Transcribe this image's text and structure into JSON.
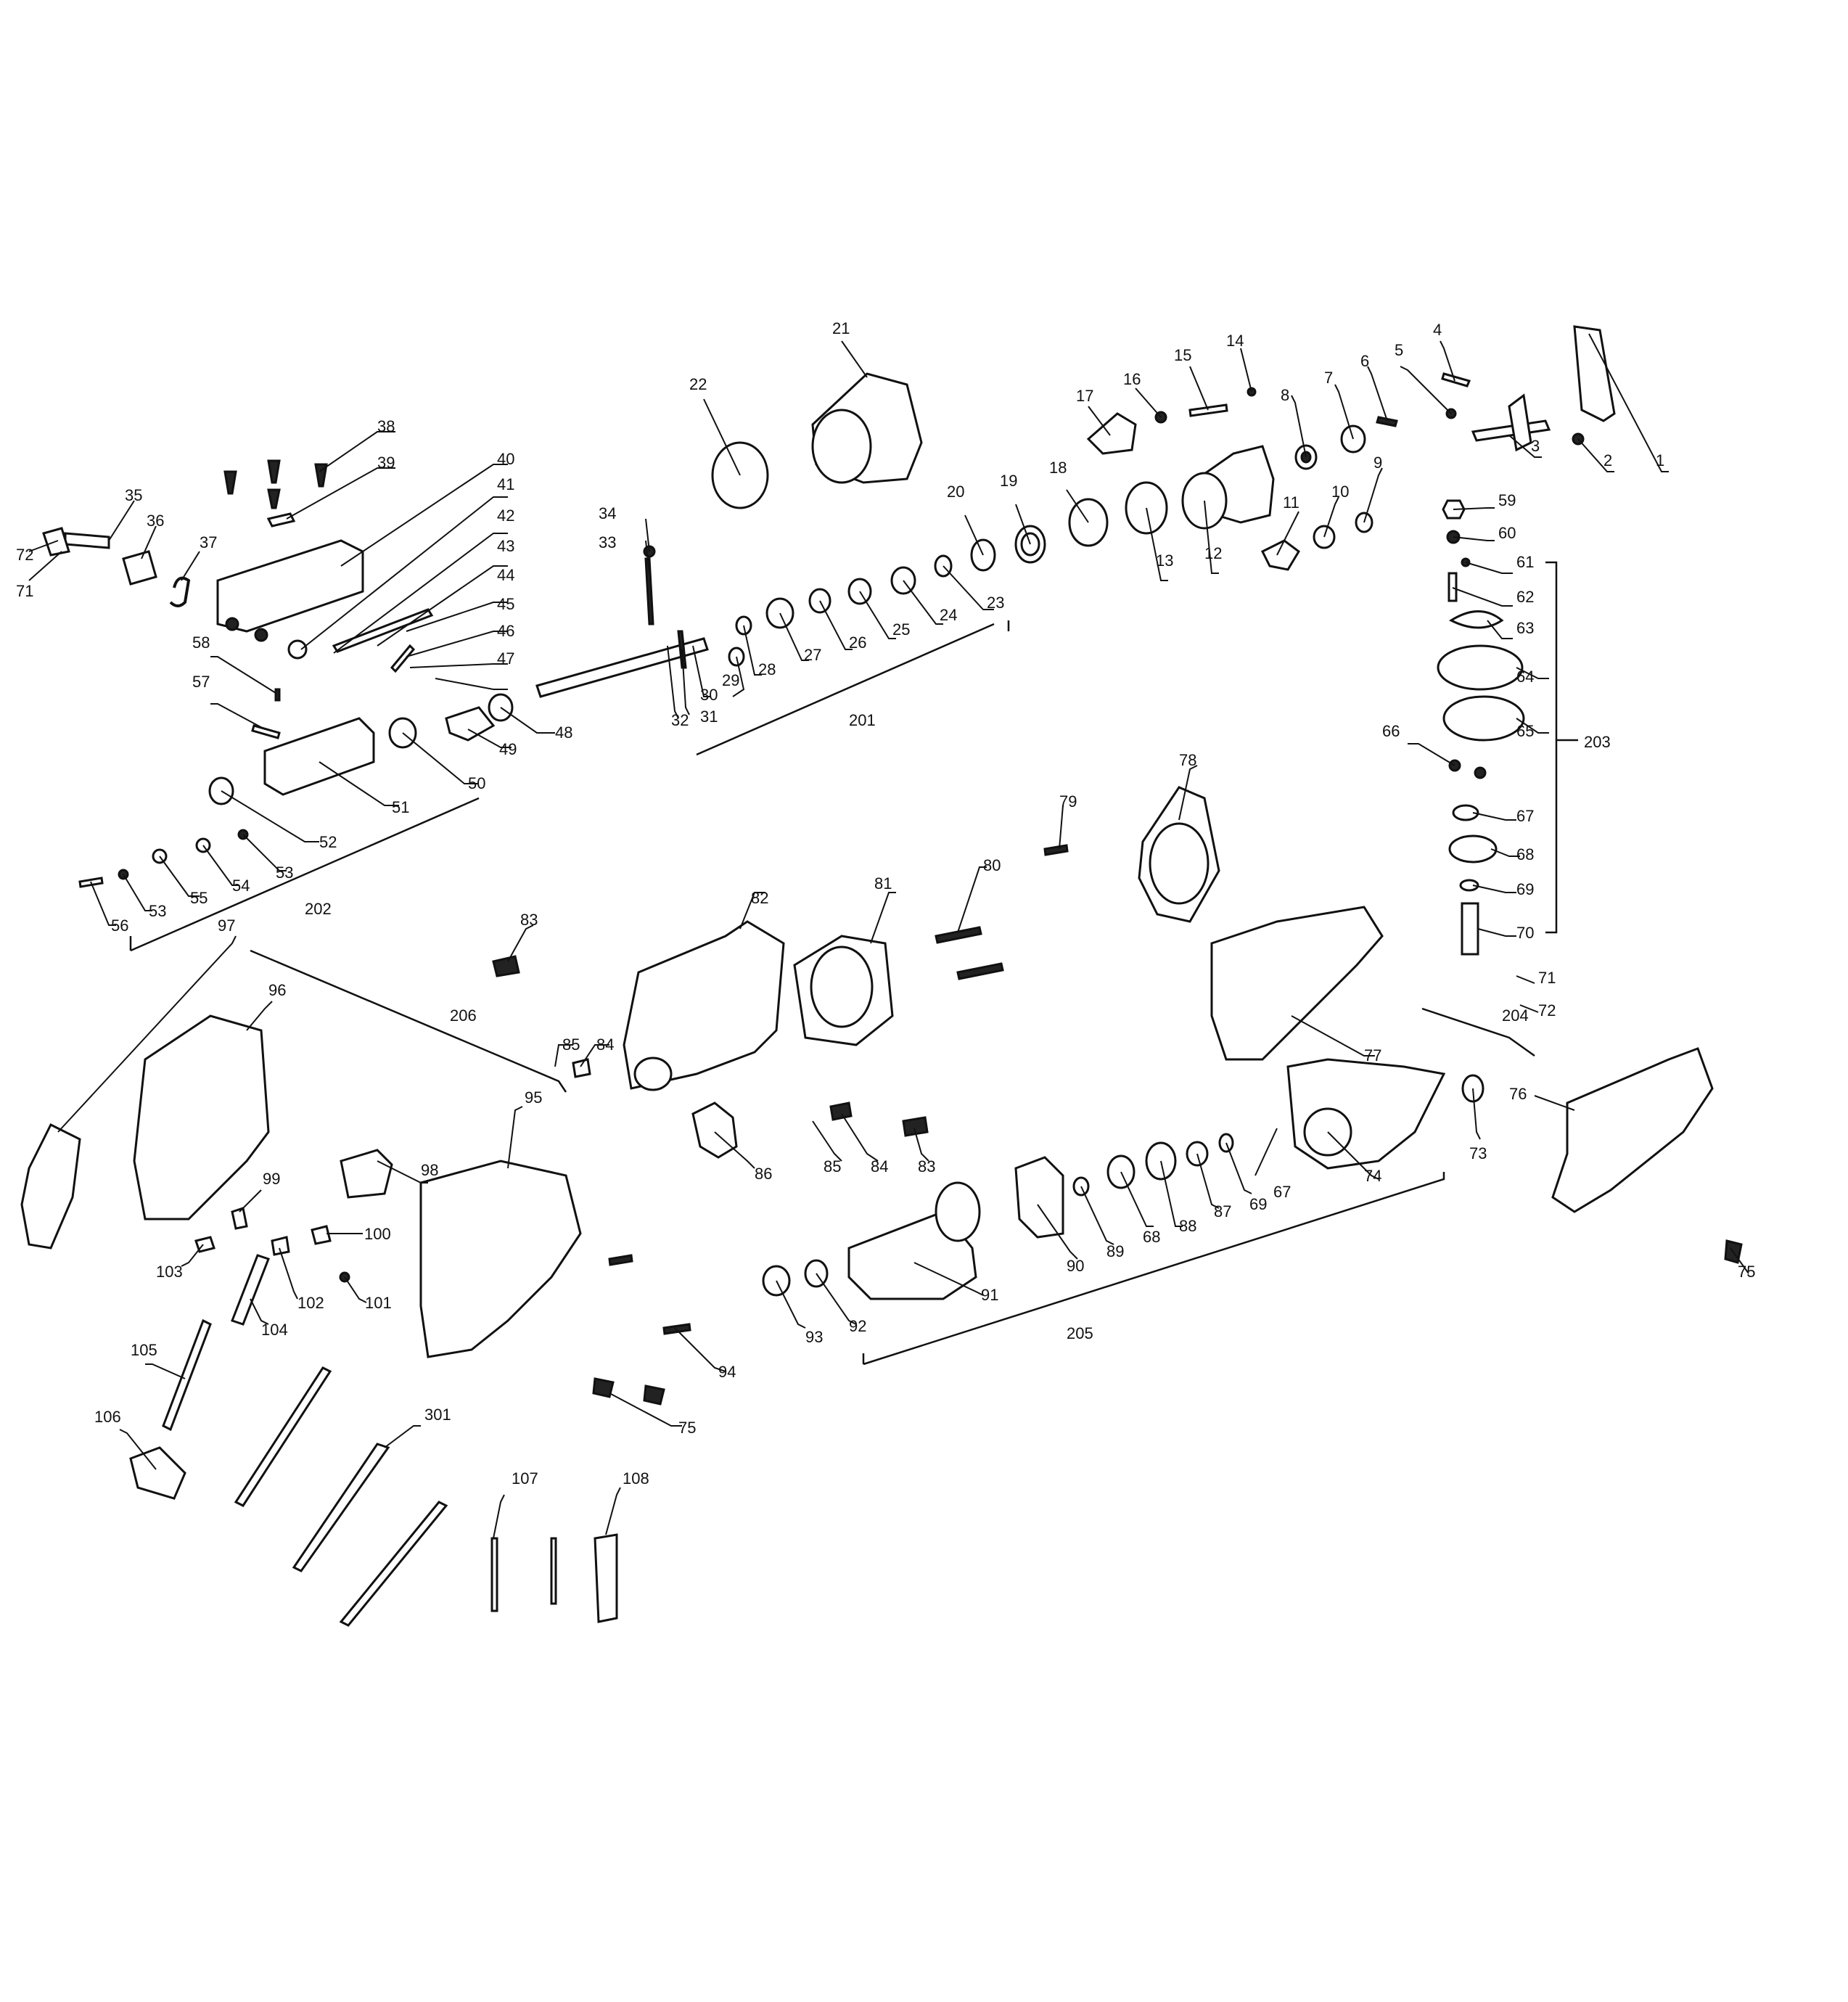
{
  "labels": {
    "p1": "1",
    "p2": "2",
    "p3": "3",
    "p4": "4",
    "p5": "5",
    "p6": "6",
    "p7": "7",
    "p8": "8",
    "p9": "9",
    "p10": "10",
    "p11": "11",
    "p12": "12",
    "p13": "13",
    "p14": "14",
    "p15": "15",
    "p16": "16",
    "p17": "17",
    "p18": "18",
    "p19": "19",
    "p20": "20",
    "p21": "21",
    "p22": "22",
    "p23": "23",
    "p24": "24",
    "p25": "25",
    "p26": "26",
    "p27": "27",
    "p28": "28",
    "p29": "29",
    "p30": "30",
    "p31": "31",
    "p32": "32",
    "p33": "33",
    "p34": "34",
    "p35": "35",
    "p36": "36",
    "p37": "37",
    "p38": "38",
    "p39": "39",
    "p40": "40",
    "p41": "41",
    "p42": "42",
    "p43": "43",
    "p44": "44",
    "p45": "45",
    "p46": "46",
    "p47": "47",
    "p48": "48",
    "p49": "49",
    "p50": "50",
    "p51": "51",
    "p52": "52",
    "p53": "53",
    "p54": "54",
    "p55": "55",
    "p56": "56",
    "p57": "57",
    "p58": "58",
    "p59": "59",
    "p60": "60",
    "p61": "61",
    "p62": "62",
    "p63": "63",
    "p64": "64",
    "p65": "65",
    "p66": "66",
    "p67": "67",
    "p68": "68",
    "p69": "69",
    "p70": "70",
    "p71": "71",
    "p72": "72",
    "p73": "73",
    "p74": "74",
    "p75": "75",
    "p76": "76",
    "p77": "77",
    "p78": "78",
    "p79": "79",
    "p80": "80",
    "p81": "81",
    "p82": "82",
    "p83": "83",
    "p84": "84",
    "p85": "85",
    "p86": "86",
    "p87": "87",
    "p88": "88",
    "p89": "89",
    "p90": "90",
    "p91": "91",
    "p92": "92",
    "p93": "93",
    "p94": "94",
    "p95": "95",
    "p96": "96",
    "p97": "97",
    "p98": "98",
    "p99": "99",
    "p100": "100",
    "p101": "101",
    "p102": "102",
    "p103": "103",
    "p104": "104",
    "p105": "105",
    "p106": "106",
    "p107": "107",
    "p108": "108"
  },
  "groups": {
    "g201": "201",
    "g202": "202",
    "g203": "203",
    "g204": "204",
    "g205": "205",
    "g206": "206",
    "g301": "301"
  },
  "colors": {
    "line": "#111111",
    "background": "#ffffff"
  }
}
